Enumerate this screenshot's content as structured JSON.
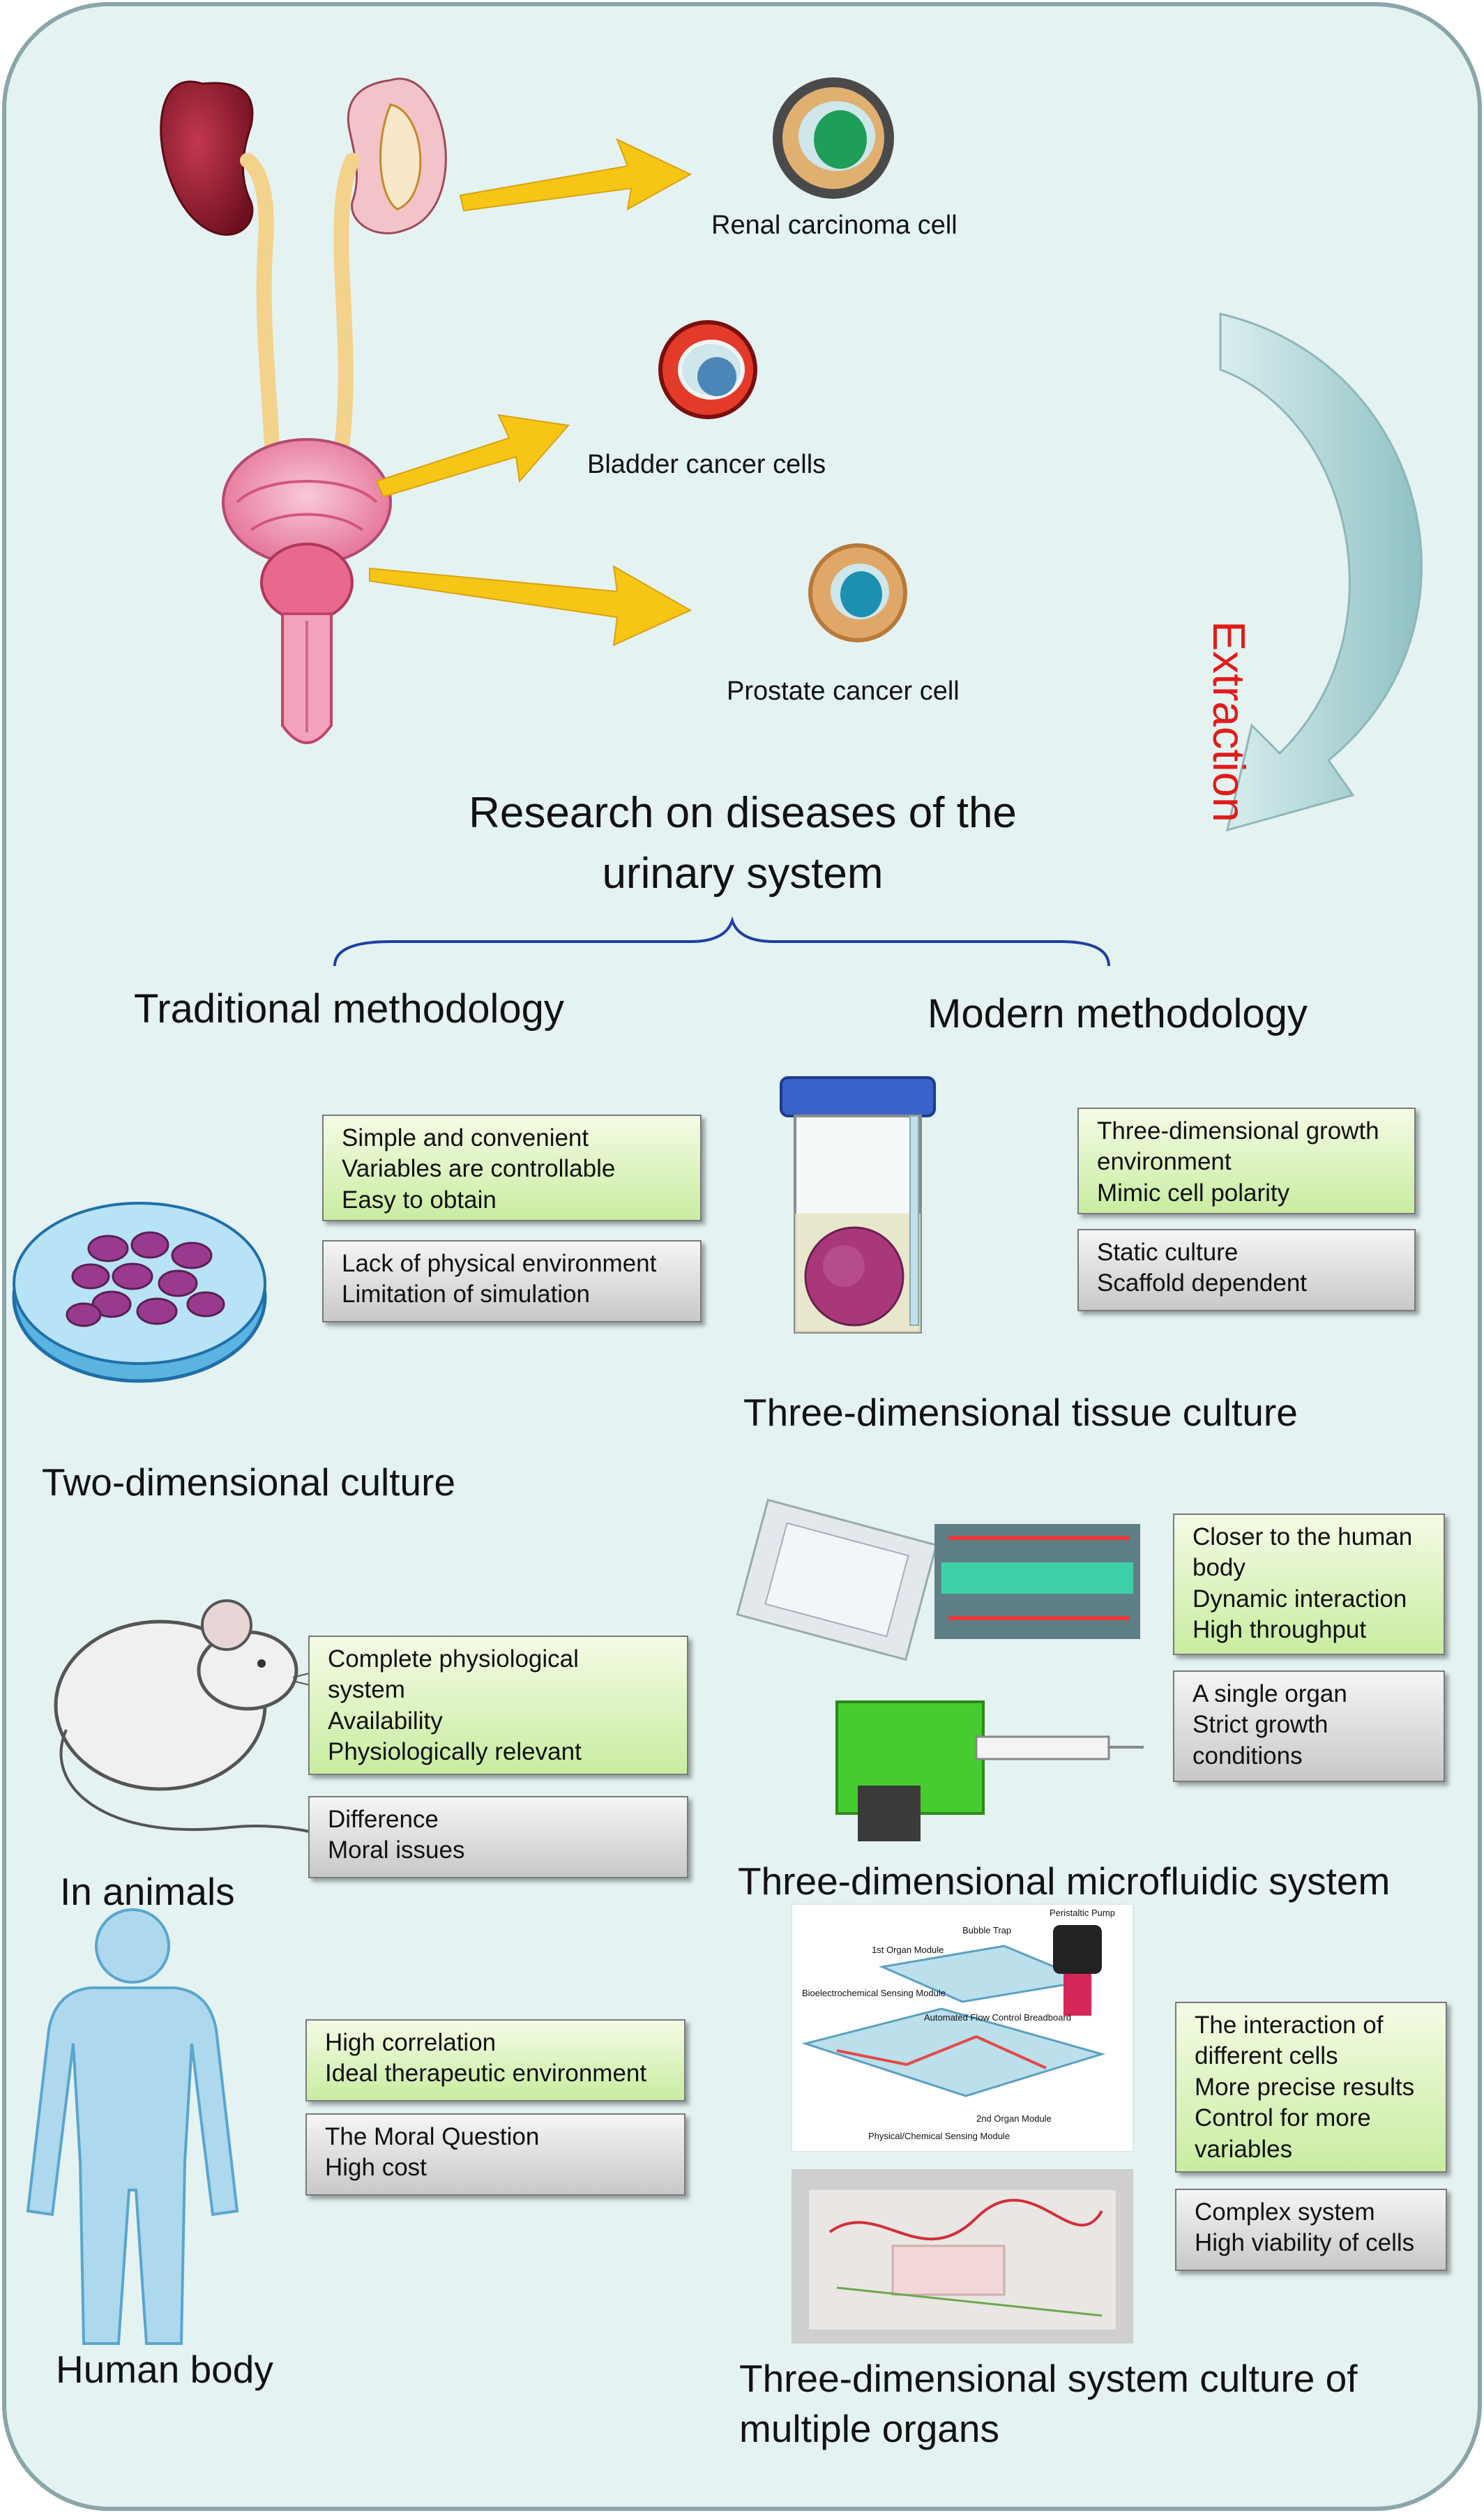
{
  "organs": {
    "renal": "Renal carcinoma cell",
    "bladder": "Bladder cancer cells",
    "prostate": "Prostate cancer cell"
  },
  "extraction": "Extraction",
  "title": {
    "line1": "Research on diseases of the",
    "line2": "urinary system"
  },
  "traditional": {
    "heading": "Traditional methodology",
    "two_d": {
      "caption": "Two-dimensional culture",
      "pros": [
        "Simple and convenient",
        "Variables are controllable",
        "Easy to obtain"
      ],
      "cons": [
        "Lack of physical environment",
        "Limitation of simulation"
      ]
    },
    "animals": {
      "caption": "In animals",
      "pros": [
        "Complete physiological",
        "system",
        "Availability",
        "Physiologically relevant"
      ],
      "cons": [
        "Difference",
        "Moral issues"
      ]
    },
    "human": {
      "caption": "Human body",
      "pros": [
        "High correlation",
        "Ideal therapeutic environment"
      ],
      "cons": [
        "The Moral Question",
        "High cost"
      ]
    }
  },
  "modern": {
    "heading": "Modern methodology",
    "tissue": {
      "caption": "Three-dimensional tissue culture",
      "pros": [
        "Three-dimensional growth",
        "environment",
        "Mimic cell polarity"
      ],
      "cons": [
        "Static culture",
        "Scaffold dependent"
      ]
    },
    "microfluidic": {
      "caption": "Three-dimensional microfluidic system",
      "pros": [
        "Closer to the human",
        "body",
        "Dynamic interaction",
        "High throughput"
      ],
      "cons": [
        "A single organ",
        "Strict growth",
        "conditions"
      ]
    },
    "multi_organ": {
      "caption_line1": "Three-dimensional system culture of",
      "caption_line2": "multiple organs",
      "pros": [
        "The interaction of",
        "different cells",
        "More precise results",
        "Control for more",
        "variables"
      ],
      "cons": [
        "Complex system",
        "High viability of cells"
      ],
      "chip_labels": [
        "Peristaltic Pump",
        "Bubble Trap",
        "1st Organ Module",
        "Bioelectrochemical Sensing Module",
        "Automated Flow Control Breadboard",
        "2nd Organ Module",
        "Physical/Chemical Sensing Module"
      ]
    }
  },
  "colors": {
    "panel_bg": "#e5f2f2",
    "panel_border": "#8aa6a8",
    "arrow_yellow": "#f6c516",
    "extraction_red": "#e11b1b",
    "pro_box": "#c9eca0",
    "con_box": "#c8c8c8"
  }
}
